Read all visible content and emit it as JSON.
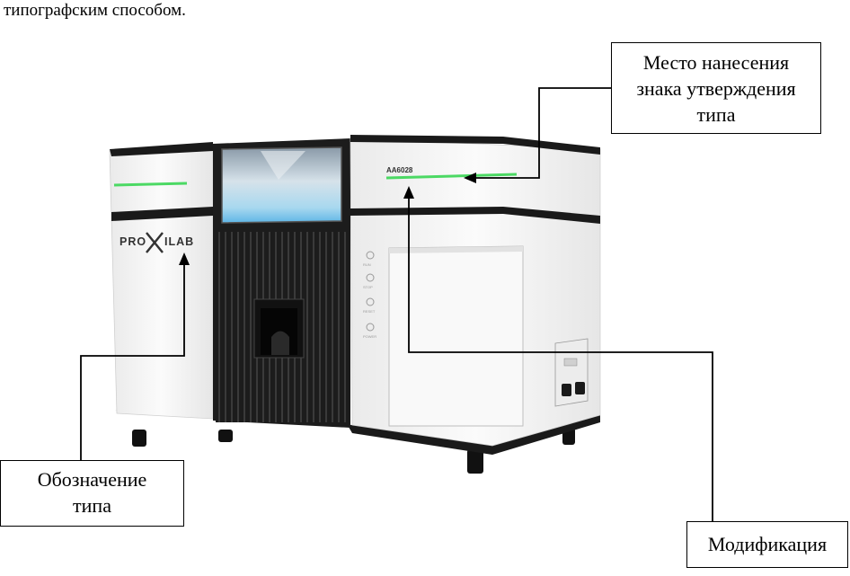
{
  "top_text": "типографским способом.",
  "callouts": {
    "approval_mark": {
      "line1": "Место нанесения",
      "line2": "знака утверждения",
      "line3": "типа"
    },
    "type_designation": {
      "line1": "Обозначение",
      "line2": "типа"
    },
    "modification": {
      "line1": "Модификация"
    }
  },
  "device": {
    "brand_logo": "PROXILAB",
    "model_label": "AA6028",
    "accent_color": "#4cd964",
    "body_color": "#f4f4f4",
    "dark_color": "#1a1a1a"
  }
}
